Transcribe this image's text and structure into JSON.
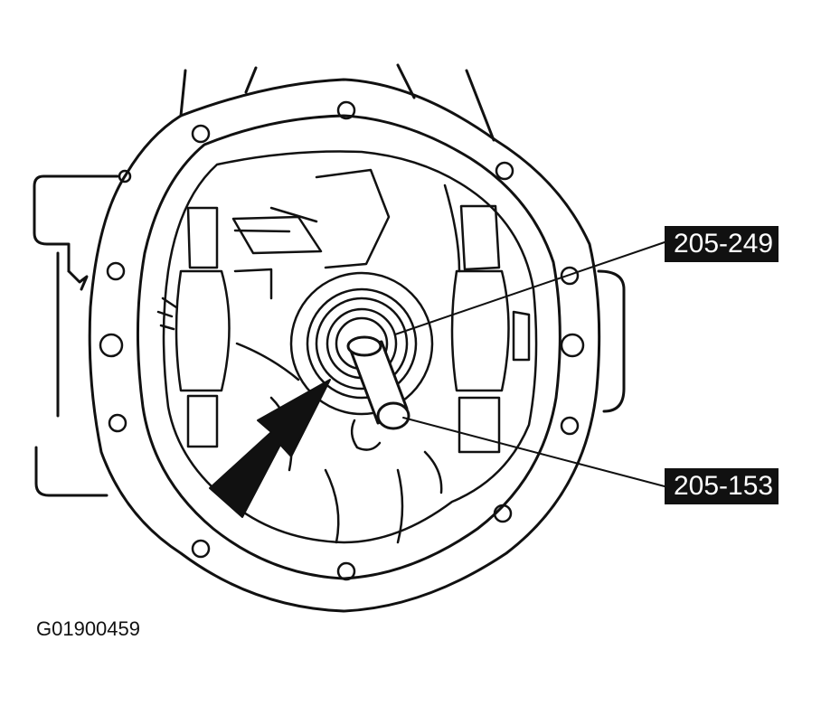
{
  "callouts": [
    {
      "label": "205-249"
    },
    {
      "label": "205-153"
    }
  ],
  "figure_id": "G01900459",
  "colors": {
    "ink": "#111111",
    "paper": "#ffffff"
  }
}
